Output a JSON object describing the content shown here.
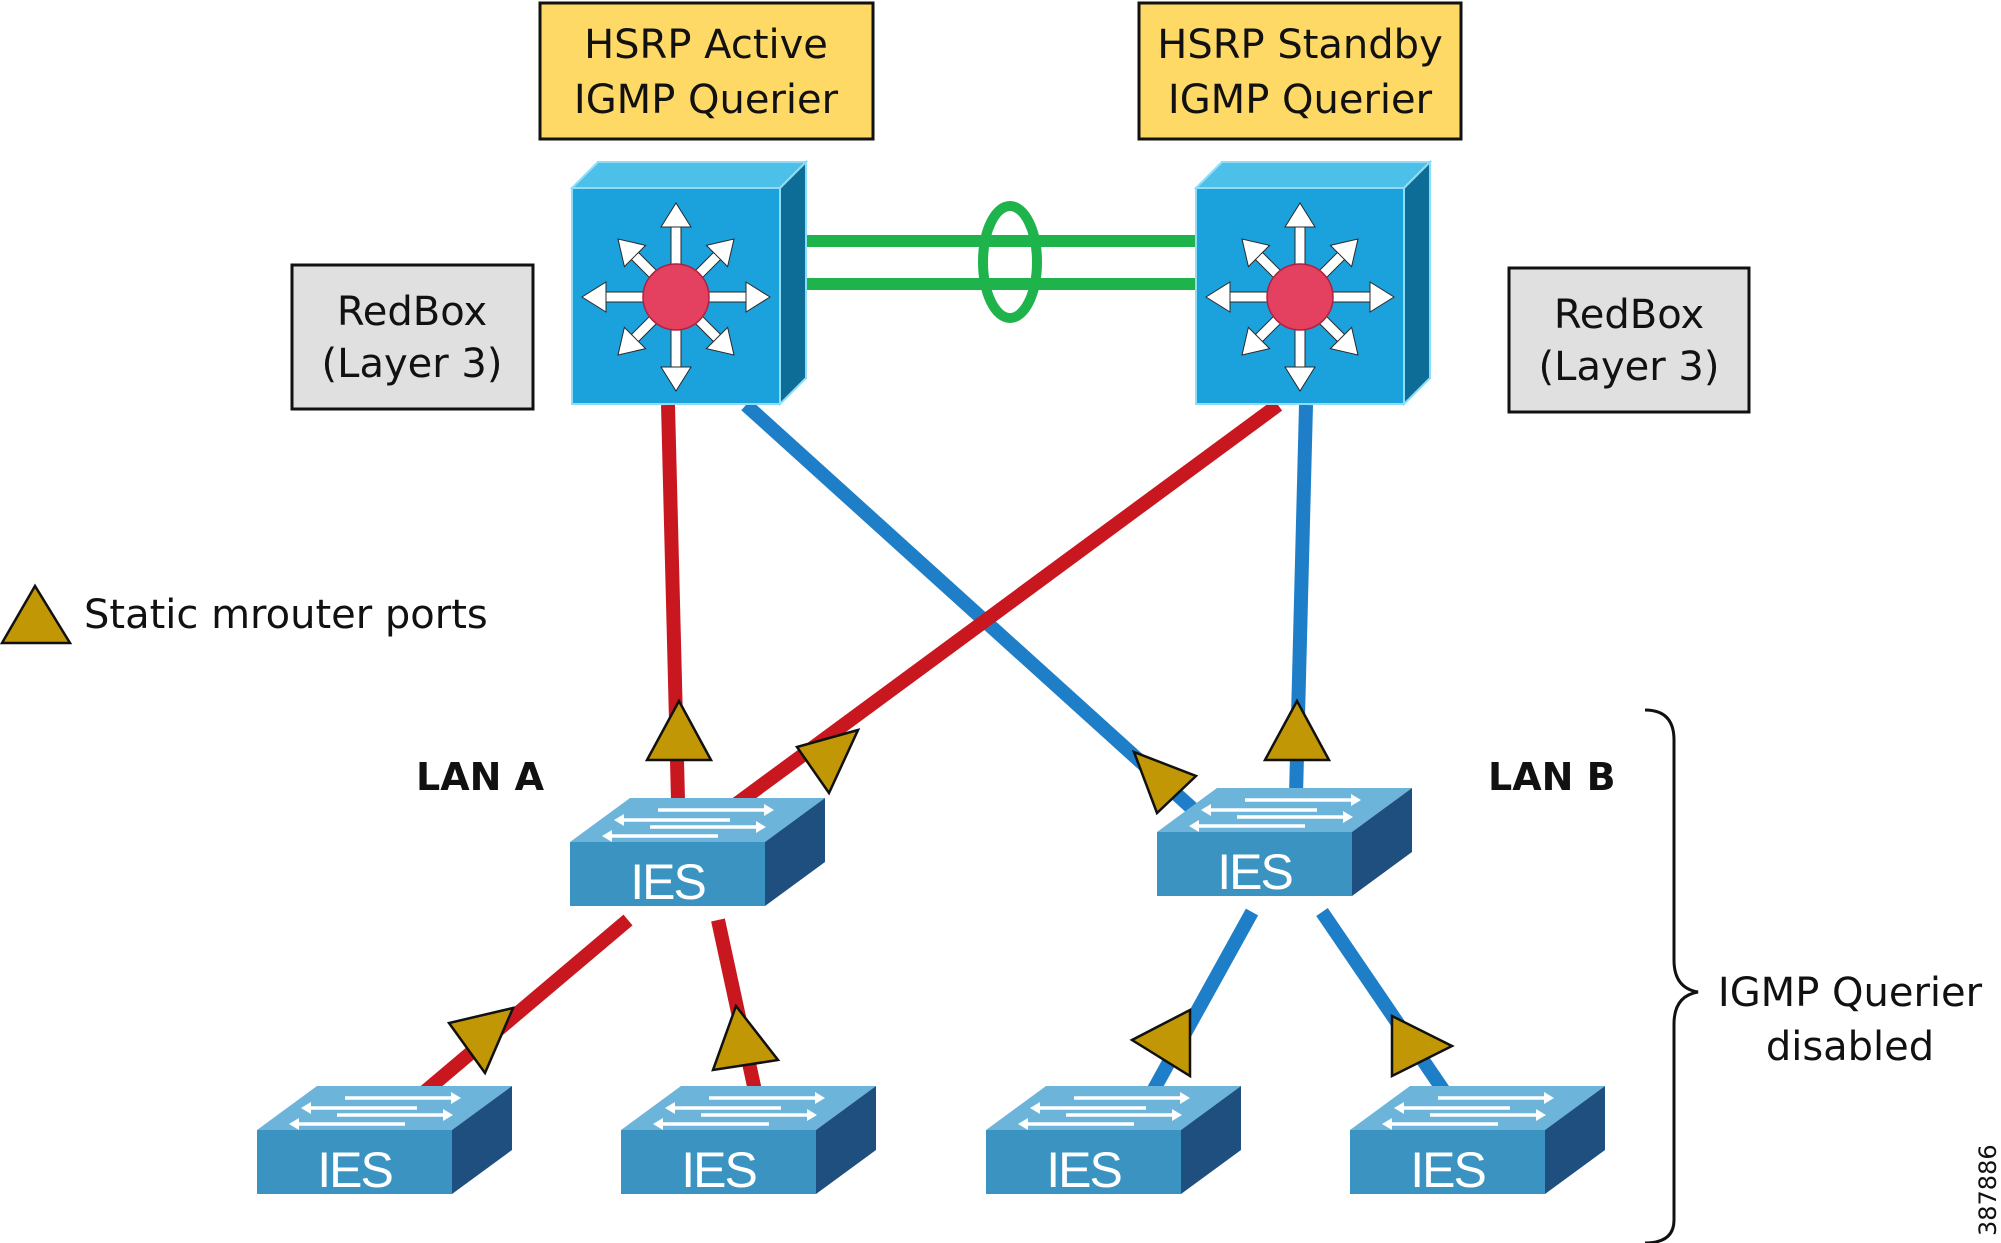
{
  "boxes": {
    "hsrp_active": [
      "HSRP Active",
      "IGMP Querier"
    ],
    "hsrp_standby": [
      "HSRP Standby",
      "IGMP Querier"
    ],
    "redbox_left": [
      "RedBox",
      "(Layer 3)"
    ],
    "redbox_right": [
      "RedBox",
      "(Layer 3)"
    ]
  },
  "legend": {
    "text": "Static mrouter ports"
  },
  "lan_labels": {
    "a": "LAN A",
    "b": "LAN B"
  },
  "brace_label": [
    "IGMP Querier",
    "disabled"
  ],
  "switch_label": "IES",
  "figure_id": "387886",
  "colors": {
    "yellow_box": "#FFD966",
    "gray_box": "#E0E0E0",
    "l3_switch": "#1BA1DC",
    "router_dot": "#E4405F",
    "ies_front": "#3A93C0",
    "ies_top": "#6CB4DA",
    "ies_side": "#1E4F7E",
    "red_link": "#C8171E",
    "blue_link": "#1E7FC8",
    "green_link": "#1FB44B",
    "triangle": "#C29706"
  }
}
